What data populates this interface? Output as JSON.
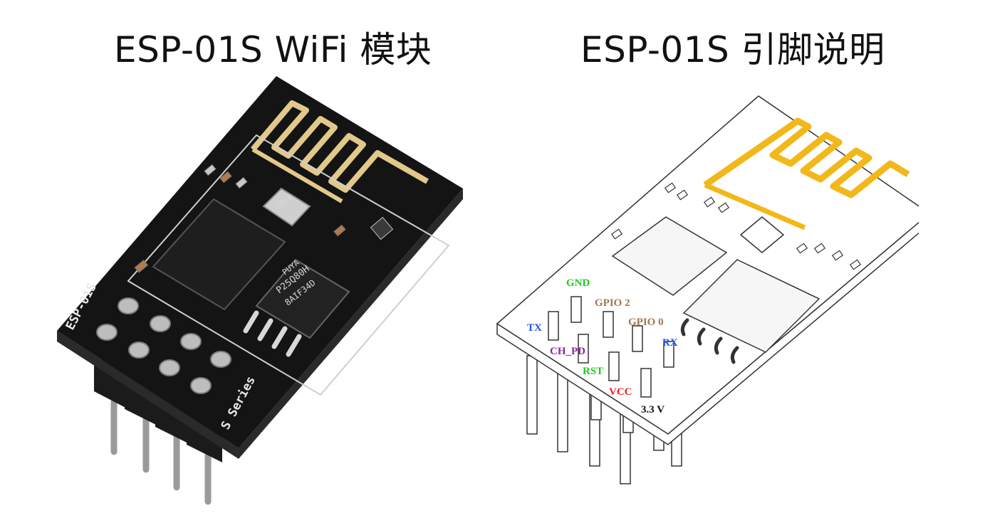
{
  "titles": {
    "left": "ESP-01S WiFi 模块",
    "right": "ESP-01S 引脚说明"
  },
  "photo": {
    "silk_model": "ESP-01S",
    "silk_series": "S Series",
    "flash_brand": "PUYA",
    "flash_model": "P25Q80H",
    "flash_code": "8AIF34D",
    "crystal_mark": "T26.0"
  },
  "pins": [
    {
      "label": "GND",
      "color": "#22cc22"
    },
    {
      "label": "GPIO 2",
      "color": "#a07850"
    },
    {
      "label": "GPIO 0",
      "color": "#a07850"
    },
    {
      "label": "RX",
      "color": "#2255dd"
    },
    {
      "label": "TX",
      "color": "#2255dd"
    },
    {
      "label": "CH_PD",
      "color": "#8a2a9a"
    },
    {
      "label": "RST",
      "color": "#22cc22"
    },
    {
      "label": "VCC",
      "color": "#ee2222"
    },
    {
      "label": "3.3 V",
      "color": "#111111"
    }
  ],
  "colors": {
    "pcb_black": "#141414",
    "antenna_gold": "#e2c98a",
    "diagram_antenna": "#f2b81a"
  }
}
